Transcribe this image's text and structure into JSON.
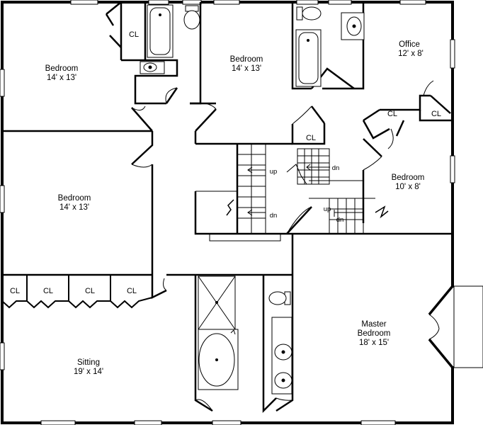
{
  "rooms": {
    "bedroom_nw": {
      "name": "Bedroom",
      "size": "14' x 13'"
    },
    "bedroom_north": {
      "name": "Bedroom",
      "size": "14' x 13'"
    },
    "office": {
      "name": "Office",
      "size": "12' x 8'"
    },
    "bedroom_west": {
      "name": "Bedroom",
      "size": "14' x 13'"
    },
    "bedroom_east": {
      "name": "Bedroom",
      "size": "10' x 8'"
    },
    "master": {
      "line1": "Master",
      "line2": "Bedroom",
      "size": "18' x 15'"
    },
    "sitting": {
      "name": "Sitting",
      "size": "19' x 14'"
    }
  },
  "closet_label": "CL",
  "stairs": {
    "up": "up",
    "down": "dn"
  }
}
